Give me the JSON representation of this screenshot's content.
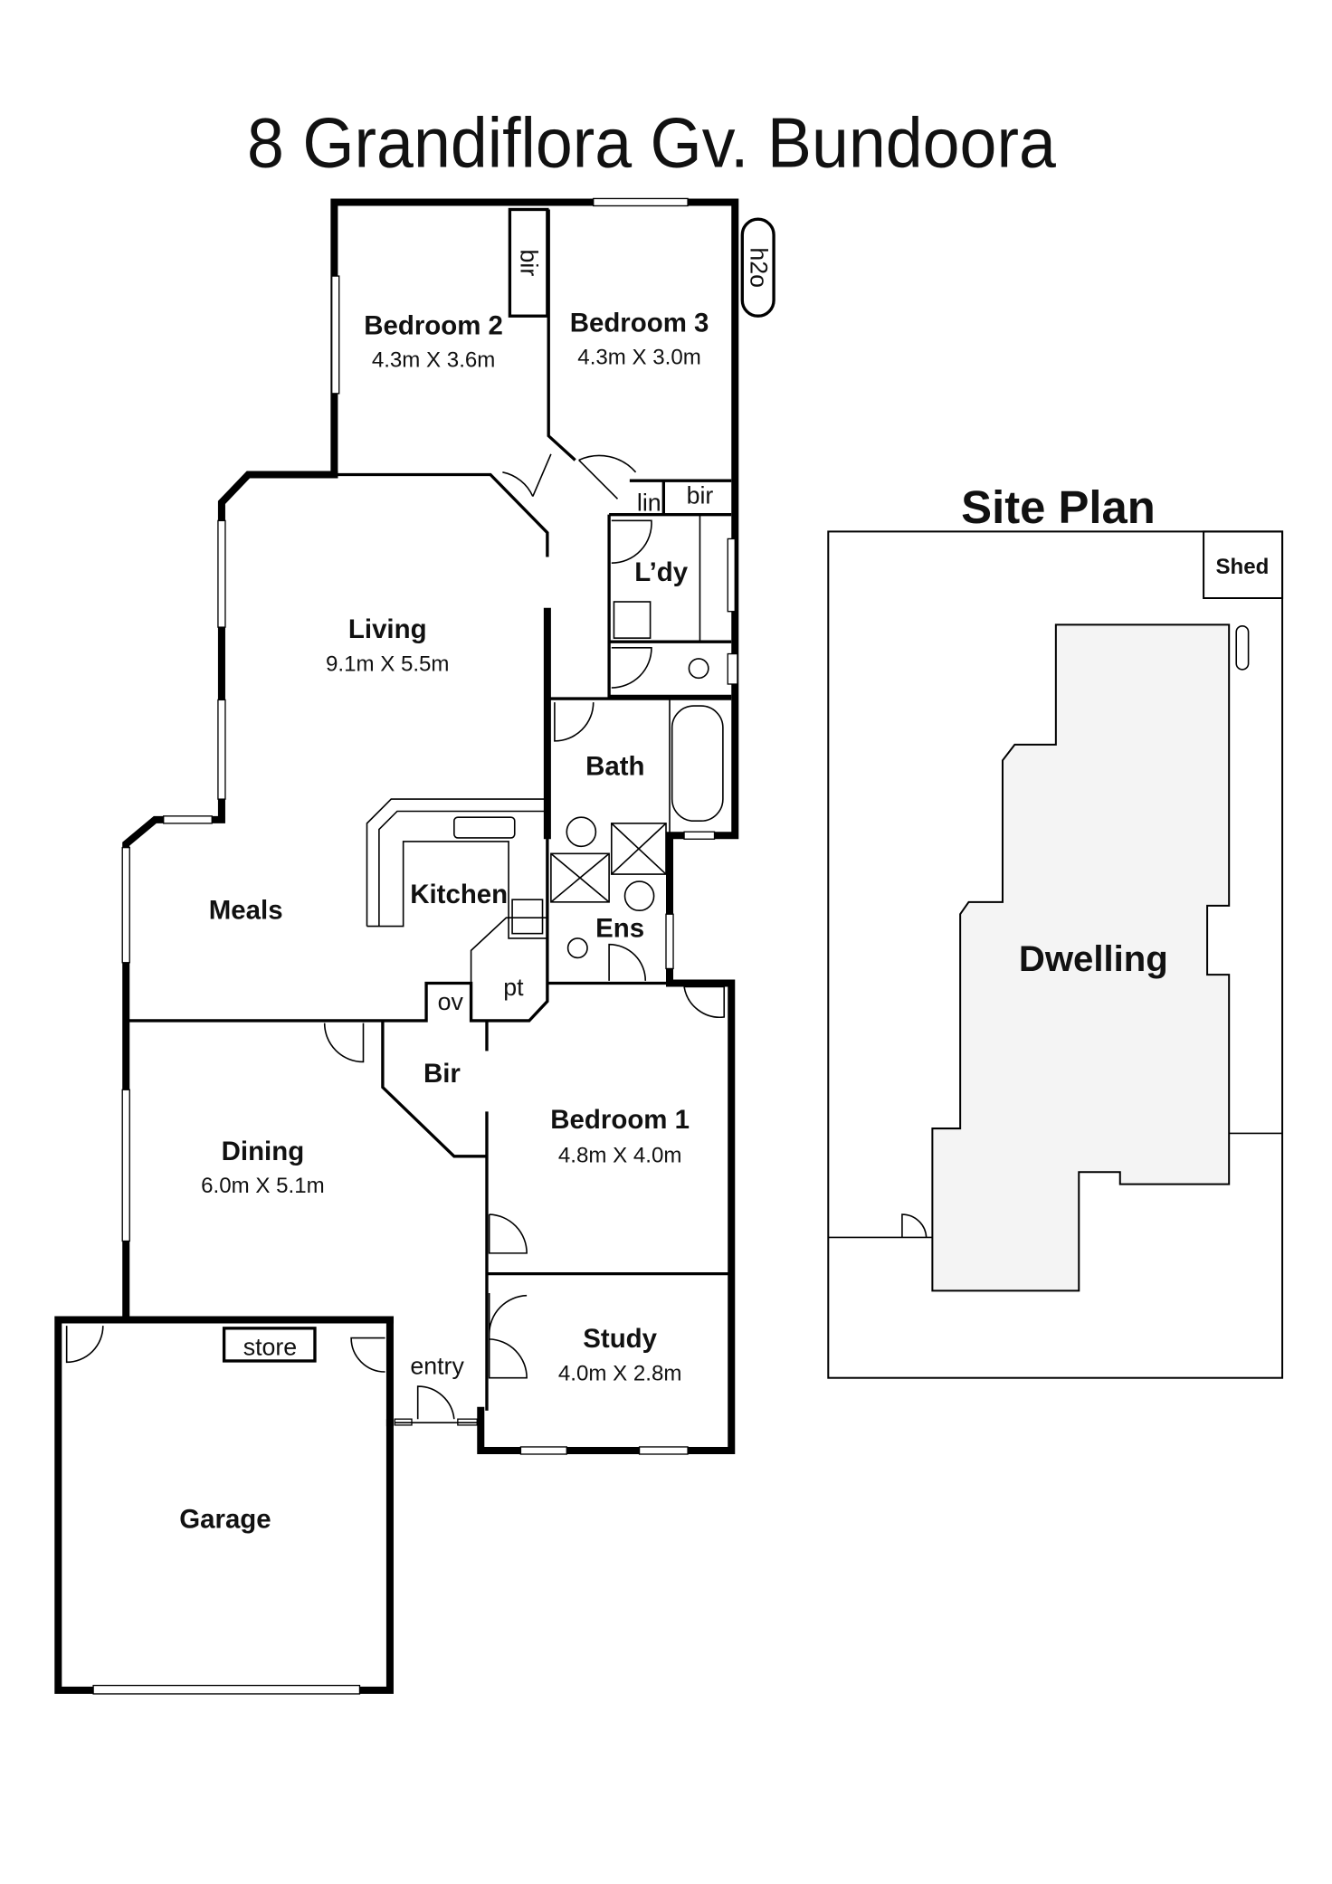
{
  "title": "8 Grandiflora Gv. Bundoora",
  "rooms": {
    "bedroom2": {
      "name": "Bedroom 2",
      "size": "4.3m X 3.6m"
    },
    "bedroom3": {
      "name": "Bedroom 3",
      "size": "4.3m X 3.0m"
    },
    "living": {
      "name": "Living",
      "size": "9.1m X 5.5m"
    },
    "meals": {
      "name": "Meals"
    },
    "kitchen": {
      "name": "Kitchen"
    },
    "laundry": {
      "name": "L’dy"
    },
    "bath": {
      "name": "Bath"
    },
    "ensuite": {
      "name": "Ens"
    },
    "bedroom1": {
      "name": "Bedroom 1",
      "size": "4.8m X 4.0m"
    },
    "dining": {
      "name": "Dining",
      "size": "6.0m X 5.1m"
    },
    "study": {
      "name": "Study",
      "size": "4.0m X 2.8m"
    },
    "garage": {
      "name": "Garage"
    },
    "entry": {
      "name": "entry"
    }
  },
  "fixtures": {
    "bir_bed2": "bir",
    "bir_bed3": "bir",
    "lin": "lin",
    "bir_main": "Bir",
    "ov": "ov",
    "pt": "pt",
    "store": "store",
    "h2o": "h2o"
  },
  "site_plan": {
    "title": "Site Plan",
    "shed": "Shed",
    "dwelling": "Dwelling"
  }
}
